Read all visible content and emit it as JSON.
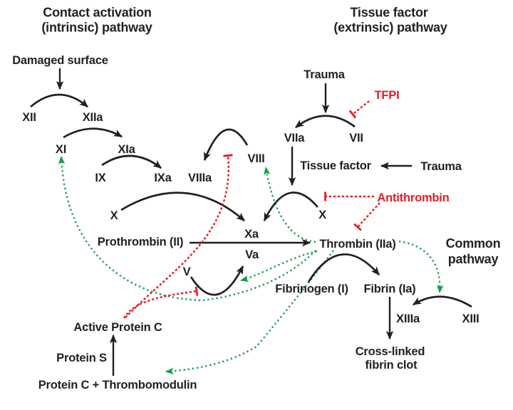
{
  "labels": {
    "intrinsic_title_line1": "Contact activation",
    "intrinsic_title_line2": "(intrinsic) pathway",
    "extrinsic_title_line1": "Tissue factor",
    "extrinsic_title_line2": "(extrinsic) pathway",
    "common_title_line1": "Common",
    "common_title_line2": "pathway",
    "damaged_surface": "Damaged surface",
    "xii": "XII",
    "xiia": "XIIa",
    "xi": "XI",
    "xia": "XIa",
    "ix": "IX",
    "ixa": "IXa",
    "viiia": "VIIIa",
    "viii": "VIII",
    "x_left": "X",
    "x_right": "X",
    "xa": "Xa",
    "va": "Va",
    "v": "V",
    "prothrombin": "Prothrombin (II)",
    "thrombin": "Thrombin (IIa)",
    "trauma_top": "Trauma",
    "trauma_right": "Trauma",
    "tfpi": "TFPI",
    "viia": "VIIa",
    "vii": "VII",
    "tissue_factor": "Tissue factor",
    "antithrombin": "Antithrombin",
    "fibrinogen": "Fibrinogen (I)",
    "fibrin": "Fibrin (Ia)",
    "xiiia": "XIIIa",
    "xiii": "XIII",
    "cross_linked_line1": "Cross-linked",
    "cross_linked_line2": "fibrin clot",
    "active_protein_c": "Active Protein C",
    "protein_s": "Protein S",
    "protein_c_thrombomodulin": "Protein C + Thrombomodulin"
  },
  "colors": {
    "ink": "#231f20",
    "inhibition_red": "#e31e24",
    "feedback_green": "#169b4a",
    "background": "#ffffff"
  }
}
